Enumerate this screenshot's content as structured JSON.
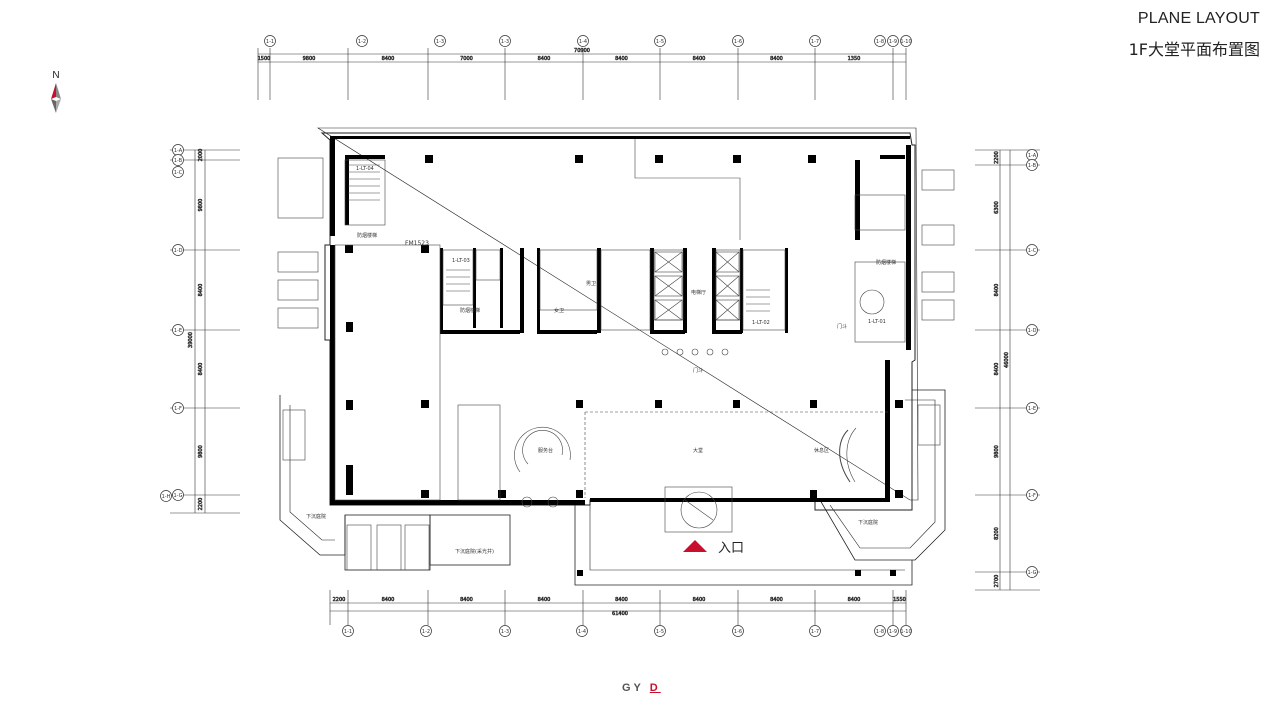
{
  "title": {
    "en": "PLANE LAYOUT",
    "cn": "1F大堂平面布置图"
  },
  "north_label": "N",
  "entrance_label": "入口",
  "logo": {
    "prefix": "GY ",
    "accent": "D"
  },
  "colors": {
    "line": "#333333",
    "wall": "#000000",
    "accent": "#c8102e"
  },
  "top_axes": [
    "1-1",
    "1-2",
    "1-3",
    "1-3",
    "1-4",
    "1-5",
    "1-6",
    "1-7",
    "1-8",
    "1-9",
    "1-10"
  ],
  "bottom_axes": [
    "1-1",
    "1-2",
    "1-3",
    "1-4",
    "1-5",
    "1-6",
    "1-7",
    "1-8",
    "1-9",
    "1-10"
  ],
  "left_axes": [
    "1-A",
    "1-B",
    "1-C",
    "1-D",
    "1-E",
    "1-F",
    "1-G",
    "1-H"
  ],
  "right_axes": [
    "1-A",
    "1-B",
    "1-C",
    "1-D",
    "1-E",
    "1-F",
    "1-G"
  ],
  "top_dims": [
    "1500",
    "9800",
    "8400",
    "7000",
    "8400",
    "8400",
    "8400",
    "8400",
    "1350"
  ],
  "top_total": "70900",
  "bottom_dims": [
    "2200",
    "8400",
    "8400",
    "8400",
    "8400",
    "8400",
    "8400",
    "8400",
    "1550"
  ],
  "bottom_total": "61400",
  "left_dims": [
    "2000",
    "9800",
    "8400",
    "8400",
    "9800",
    "2200"
  ],
  "left_total": "39000",
  "right_dims": [
    "2200",
    "6300",
    "8400",
    "8400",
    "9800",
    "8200",
    "2700"
  ],
  "right_total": "46000",
  "rooms": {
    "lobby": "大堂",
    "fire_stair_a": "防烟楼梯",
    "fire_stair_b": "防烟楼梯",
    "fire_stair_c": "防烟楼梯",
    "elevator_hall": "电梯厅",
    "air_shaft": "下沉庭院",
    "air_shaft_b": "下沉庭院",
    "sunken_plaza": "下沉庭院(采光井)",
    "reception": "服务台",
    "lounge": "休息区",
    "door_a": "门斗",
    "door_b": "门斗",
    "female_wc": "女卫",
    "male_wc": "男卫",
    "fm_label": "FM1523",
    "stair_tag_a": "1-LT-04",
    "stair_tag_b": "1-LT-03",
    "stair_tag_c": "1-LT-02",
    "stair_tag_d": "1-LT-01"
  }
}
